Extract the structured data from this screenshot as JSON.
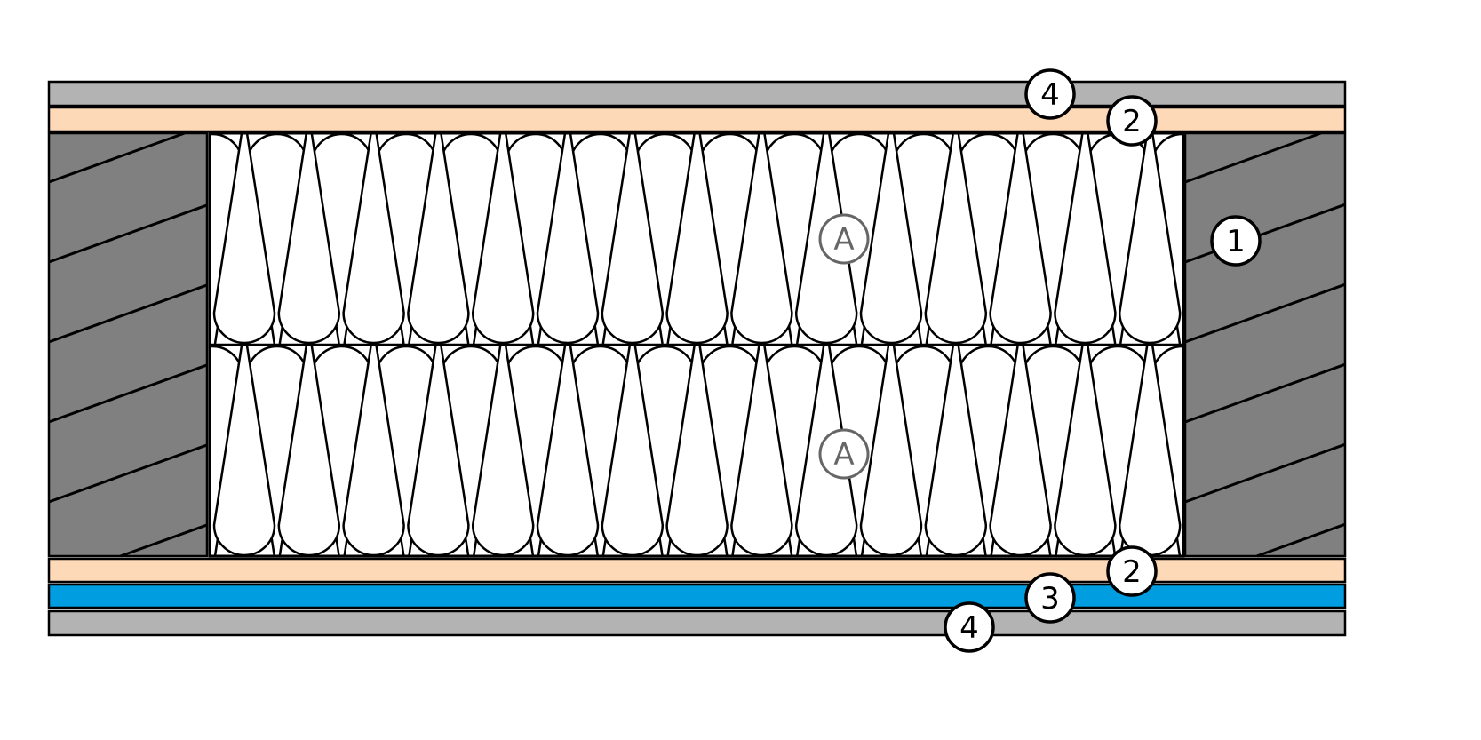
{
  "diagram": {
    "colors": {
      "cladding": "#b3b3b3",
      "board": "#fed9b7",
      "membrane": "#009de0",
      "stud": "#808080",
      "insulation": "#ffffff",
      "label_dark": "#000000",
      "label_grey": "#666666"
    },
    "callouts": [
      {
        "id": "top-cladding",
        "text": "4"
      },
      {
        "id": "top-board",
        "text": "2"
      },
      {
        "id": "stud",
        "text": "1"
      },
      {
        "id": "insulation-upper",
        "text": "A"
      },
      {
        "id": "insulation-lower",
        "text": "A"
      },
      {
        "id": "bottom-board",
        "text": "2"
      },
      {
        "id": "membrane",
        "text": "3"
      },
      {
        "id": "bottom-cladding",
        "text": "4"
      }
    ]
  }
}
